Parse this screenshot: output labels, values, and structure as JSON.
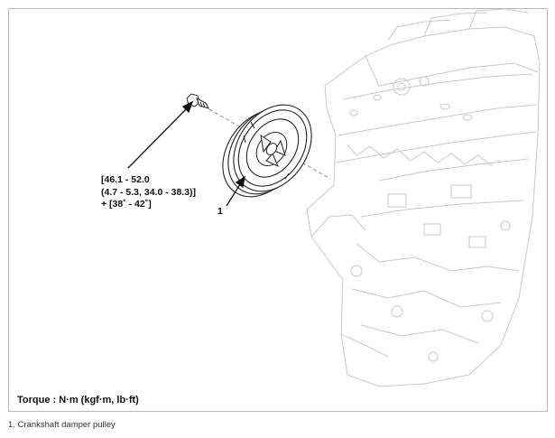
{
  "diagram": {
    "spec_lines": [
      "[46.1 - 52.0",
      "(4.7 - 5.3, 34.0 - 38.3)]",
      "+ [38˚ - 42˚]"
    ],
    "callout_number": "1",
    "torque_title": "Torque : N·m (kgf·m, lb·ft)",
    "caption": "1. Crankshaft damper pulley"
  }
}
